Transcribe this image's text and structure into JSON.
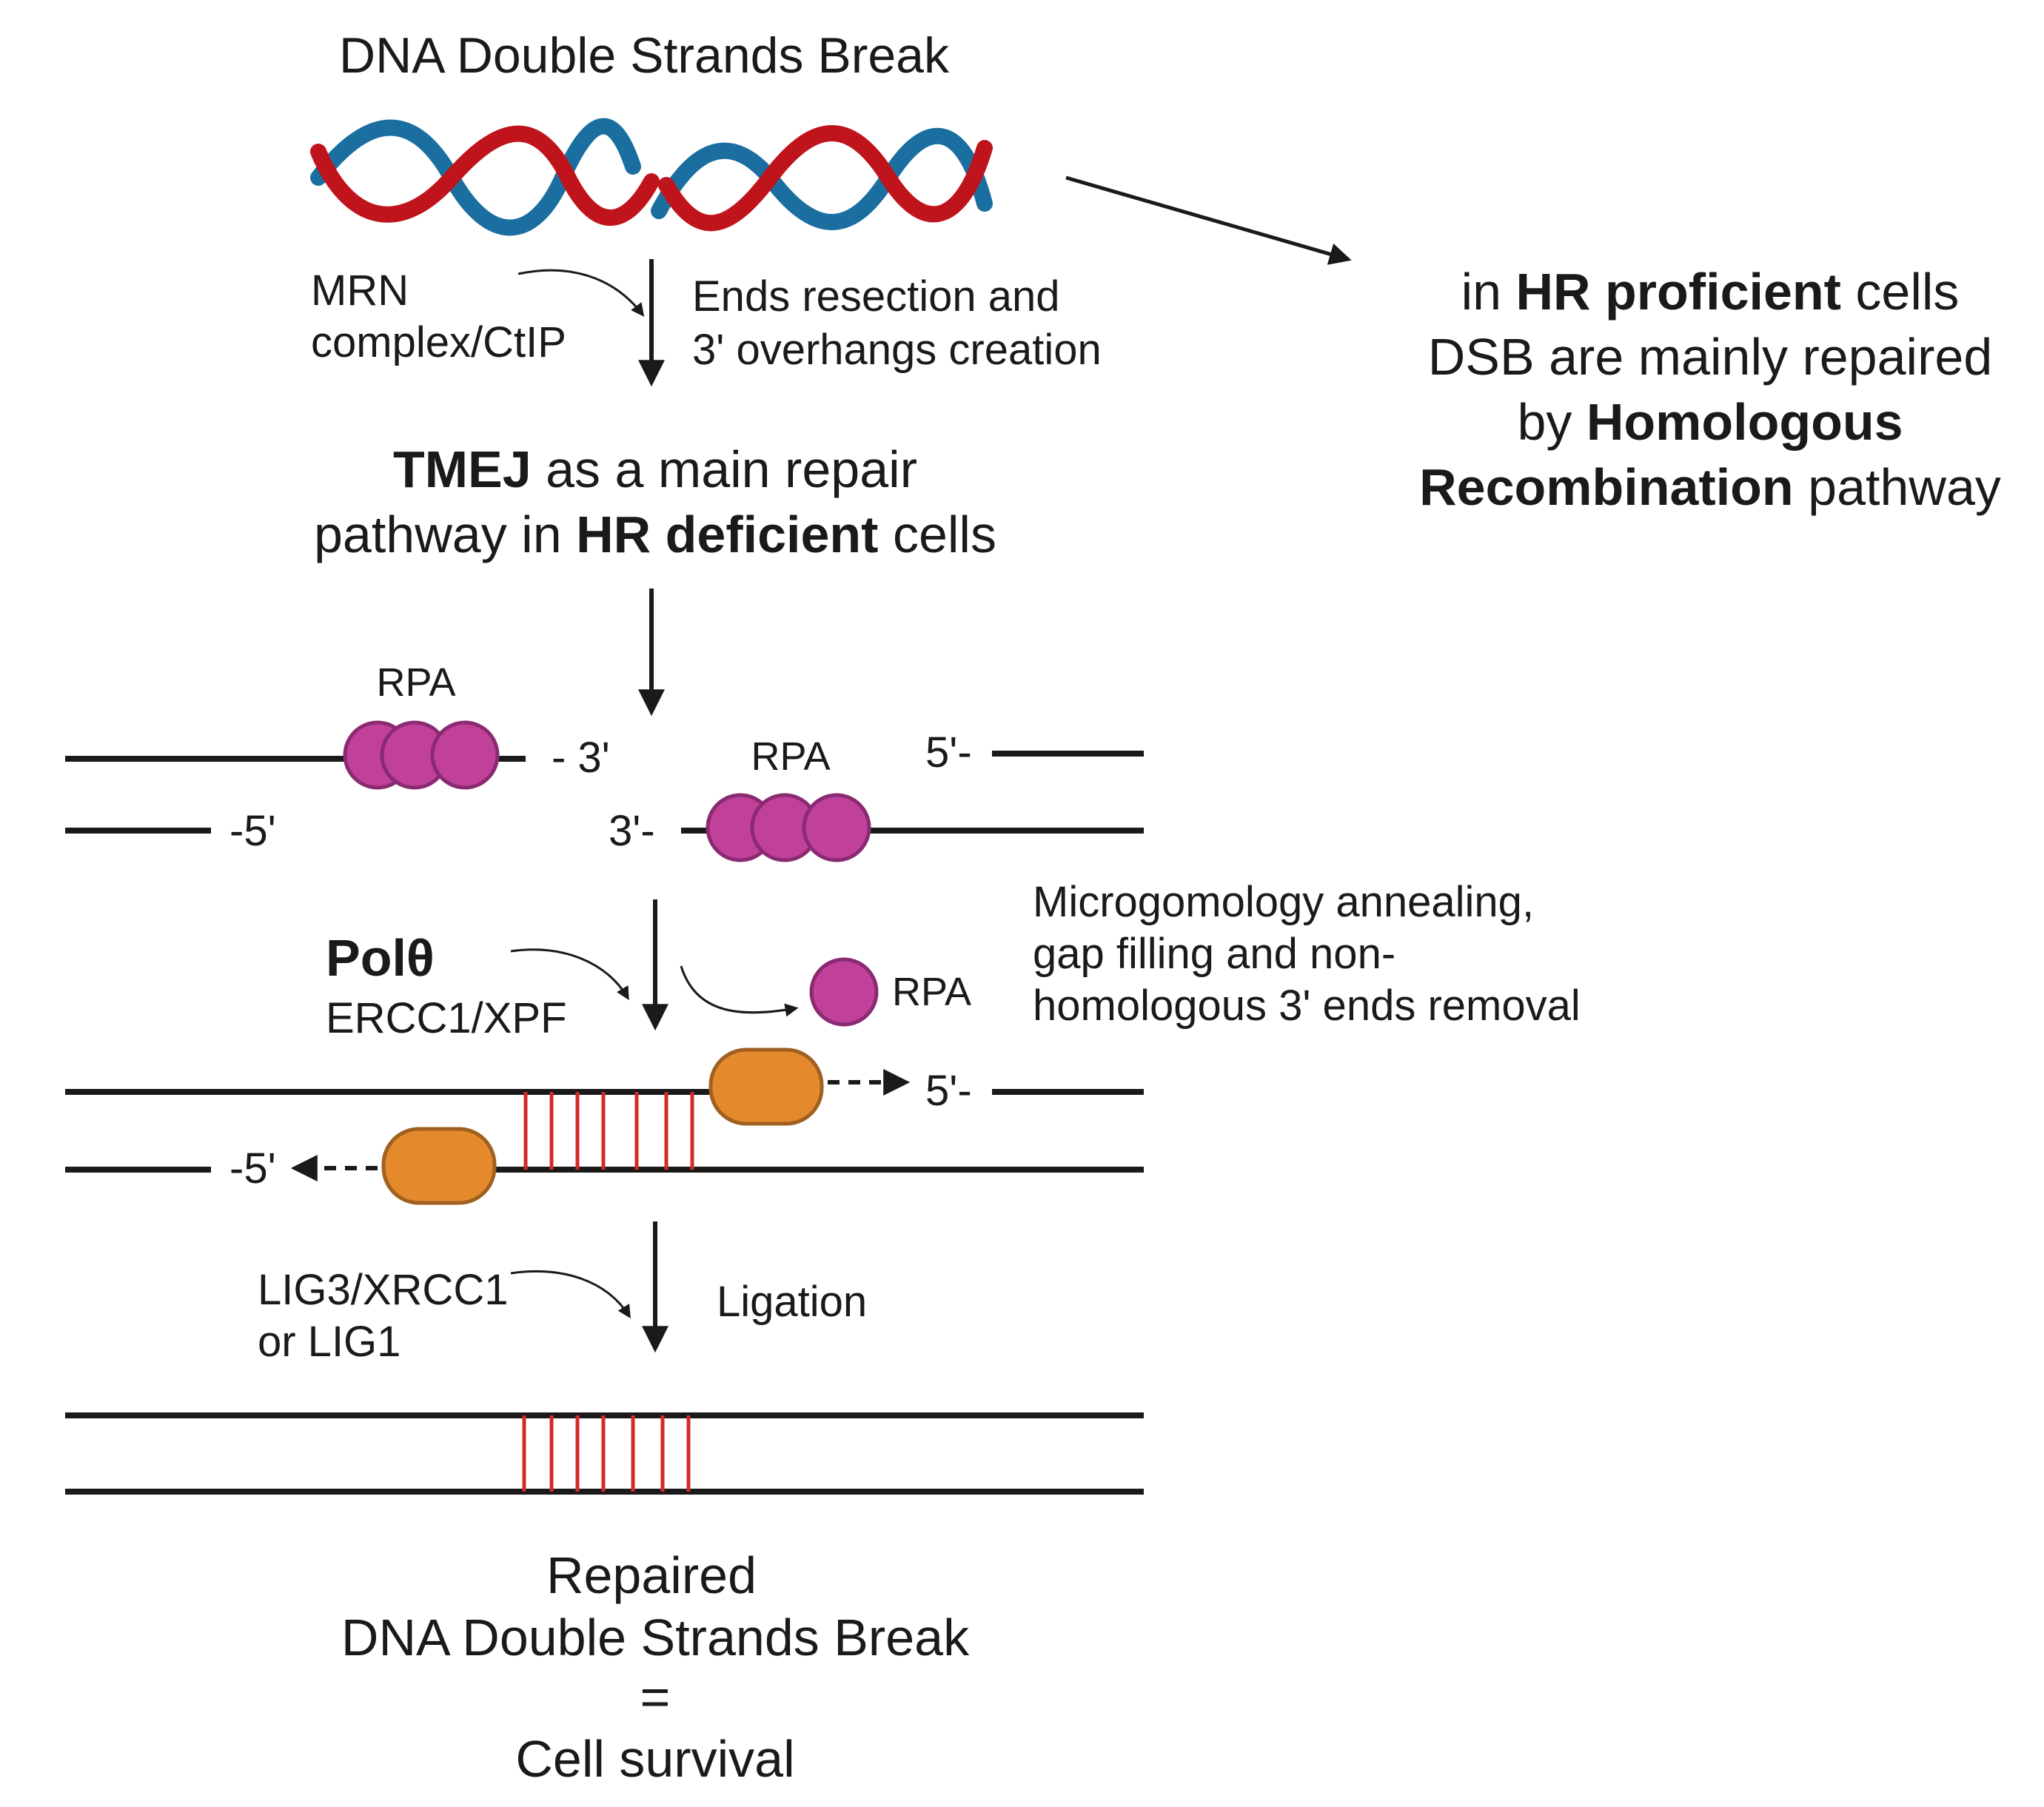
{
  "title": "DNA Double Strands Break",
  "colors": {
    "strand_red": "#c0141c",
    "strand_blue": "#1a6fa0",
    "rpa": "#c0409a",
    "rpa_edge": "#8a2a70",
    "polymerase": "#e58a2c",
    "polymerase_edge": "#a06020",
    "annealing": "#d42a2a",
    "line": "#1a1a1a"
  },
  "step1": {
    "left_label_line1": "MRN",
    "left_label_line2": "complex/CtIP",
    "right_label_line1": "Ends resection and",
    "right_label_line2": "3' overhangs creation"
  },
  "hr_box": {
    "l1_a": "in ",
    "l1_b": "HR proficient",
    "l1_c": " cells",
    "l2": "DSB are mainly repaired",
    "l3_a": "by ",
    "l3_b": "Homologous",
    "l4_a": "Recombination",
    "l4_b": " pathway"
  },
  "tmej": {
    "l1_a": "TMEJ",
    "l1_b": " as a main repair",
    "l2_a": "pathway in ",
    "l2_b": "HR deficient",
    "l2_c": " cells"
  },
  "resection": {
    "rpa_left": "RPA",
    "rpa_right": "RPA",
    "end_top_left": "- 3'",
    "end_bottom_left": "-5'",
    "end_top_right": "5'-",
    "end_bottom_right": "3'-"
  },
  "annealing": {
    "enzyme_bold": "Polθ",
    "enzyme_2": "ERCC1/XPF",
    "rpa_released": "RPA",
    "desc_l1": "Microgomology annealing,",
    "desc_l2": "gap filling and non-",
    "desc_l3": "homologous 3' ends removal",
    "end_top_right": "5'-",
    "end_bottom_left": "-5'"
  },
  "ligation": {
    "enzyme_l1": "LIG3/XRCC1",
    "enzyme_l2": "or LIG1",
    "label": "Ligation"
  },
  "result": {
    "l1": "Repaired",
    "l2": "DNA Double Strands Break",
    "l3": "=",
    "l4": "Cell survival"
  }
}
